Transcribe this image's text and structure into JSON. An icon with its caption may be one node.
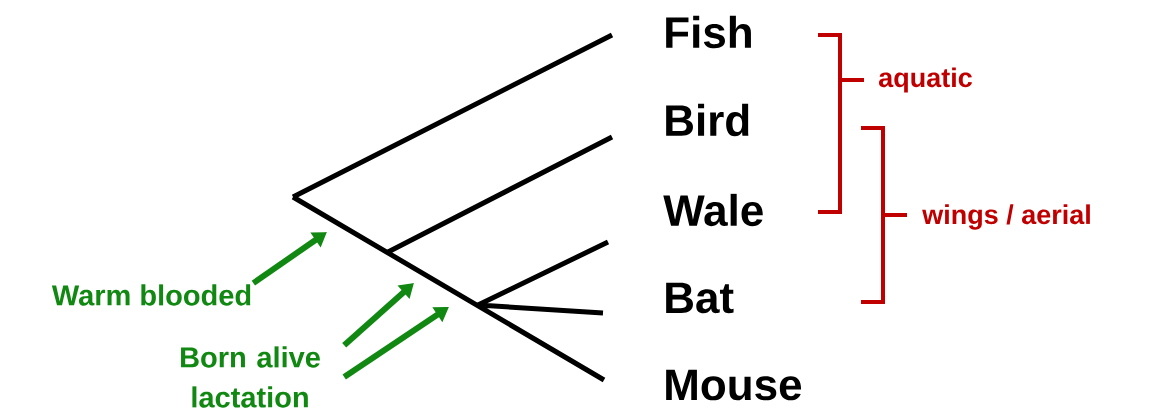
{
  "diagram": {
    "nodes": [
      {
        "text": [
          "Warm blooded"
        ]
      },
      {
        "text": [
          "Born alive lactation"
        ]
      }
    ],
    "edges": [
      {
        "from": 0,
        "to": null,
        "arrow": "to"
      },
      {
        "from": 1,
        "to": null,
        "arrow": "to"
      },
      {
        "from": 1,
        "to": null,
        "arrow": "to"
      }
    ],
    "labels": [
      "Fish",
      "Bird",
      "Wale",
      "Bat",
      "Mouse",
      "aquatic",
      "wings / aerial"
    ]
  }
}
